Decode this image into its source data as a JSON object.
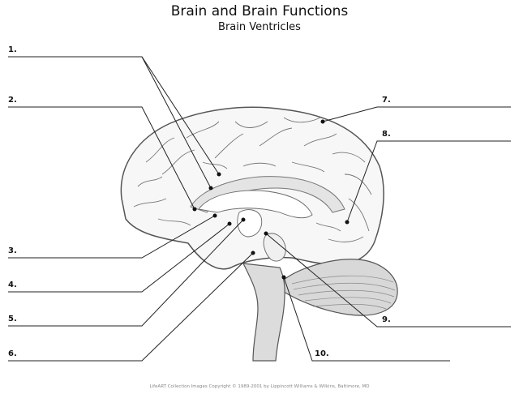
{
  "title": "Brain and Brain Functions",
  "subtitle": "Brain Ventricles",
  "labels": [
    "1.",
    "2.",
    "3.",
    "4.",
    "5.",
    "6.",
    "7.",
    "8.",
    "9.",
    "10."
  ],
  "footer": "LifeART Collection Images Copyright © 1989-2001 by Lippincott Williams & Wilkins, Baltimore, MD"
}
